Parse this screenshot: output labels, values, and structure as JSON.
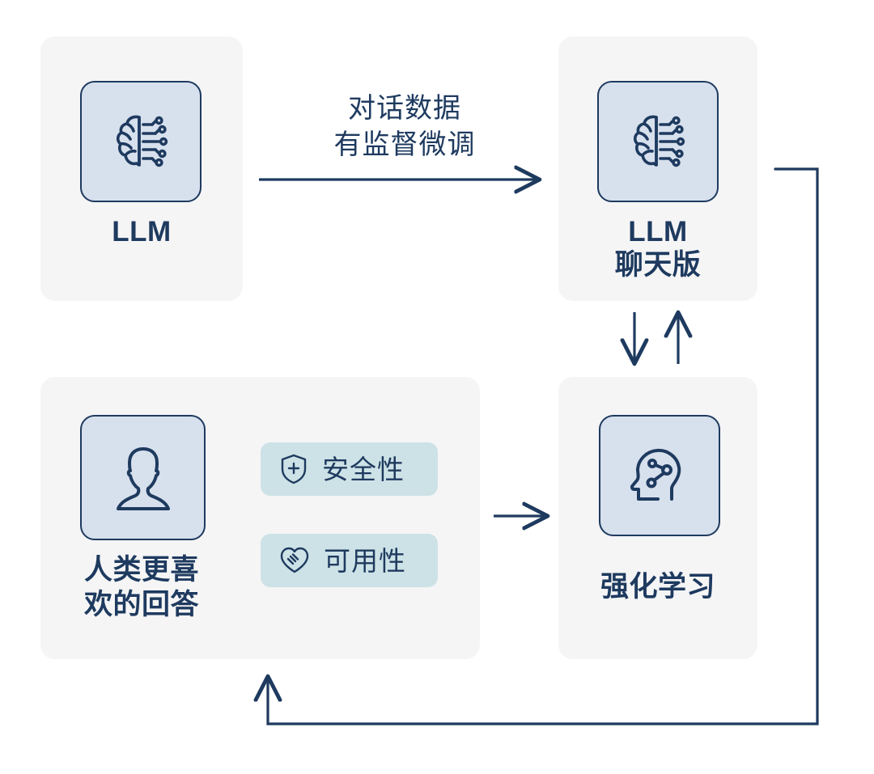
{
  "diagram": {
    "title": "RLHF pipeline diagram",
    "colors": {
      "card_background": "#f5f5f6",
      "tile_background": "#d7e0ed",
      "stroke_navy": "#1e3a5f",
      "tag_background": "#cde2e6",
      "page_background": "#ffffff"
    },
    "nodes": [
      {
        "id": "llm",
        "label": "LLM",
        "icon": "brain-circuit-icon"
      },
      {
        "id": "llm_chat",
        "label": "LLM\n聊天版",
        "icon": "brain-circuit-icon"
      },
      {
        "id": "human_preference",
        "label": "人类更喜\n欢的回答",
        "icon": "person-silhouette-icon",
        "tags": [
          {
            "id": "safety",
            "label": "安全性",
            "icon": "shield-plus-icon"
          },
          {
            "id": "helpful",
            "label": "可用性",
            "icon": "heart-handshake-icon"
          }
        ]
      },
      {
        "id": "reinforcement_learning",
        "label": "强化学习",
        "icon": "head-network-icon"
      }
    ],
    "edges": [
      {
        "id": "sft",
        "from": "llm",
        "to": "llm_chat",
        "label": "对话数据\n有监督微调",
        "direction": "right"
      },
      {
        "id": "chat-to-rl",
        "from": "llm_chat",
        "to": "reinforcement_learning",
        "label": "",
        "direction": "down"
      },
      {
        "id": "rl-to-chat",
        "from": "reinforcement_learning",
        "to": "llm_chat",
        "label": "",
        "direction": "up"
      },
      {
        "id": "human-to-rl",
        "from": "human_preference",
        "to": "reinforcement_learning",
        "label": "",
        "direction": "right"
      },
      {
        "id": "feedback-loop",
        "from": "llm_chat",
        "to": "human_preference",
        "label": "",
        "direction": "loop-left"
      }
    ]
  }
}
